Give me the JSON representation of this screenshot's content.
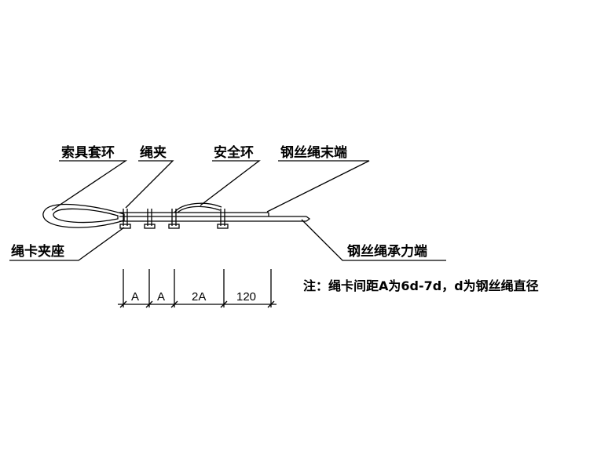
{
  "labels": {
    "thimble": "索具套环",
    "clip": "绳夹",
    "safety_loop": "安全环",
    "rope_tail_end": "钢丝绳末端",
    "clip_saddle": "绳卡夹座",
    "load_end": "钢丝绳承力端"
  },
  "dimensions": [
    "A",
    "A",
    "2A",
    "120"
  ],
  "note": "注：绳卡间距A为6d-7d，d为钢丝绳直径",
  "colors": {
    "line": "#000000",
    "background": "#ffffff"
  }
}
